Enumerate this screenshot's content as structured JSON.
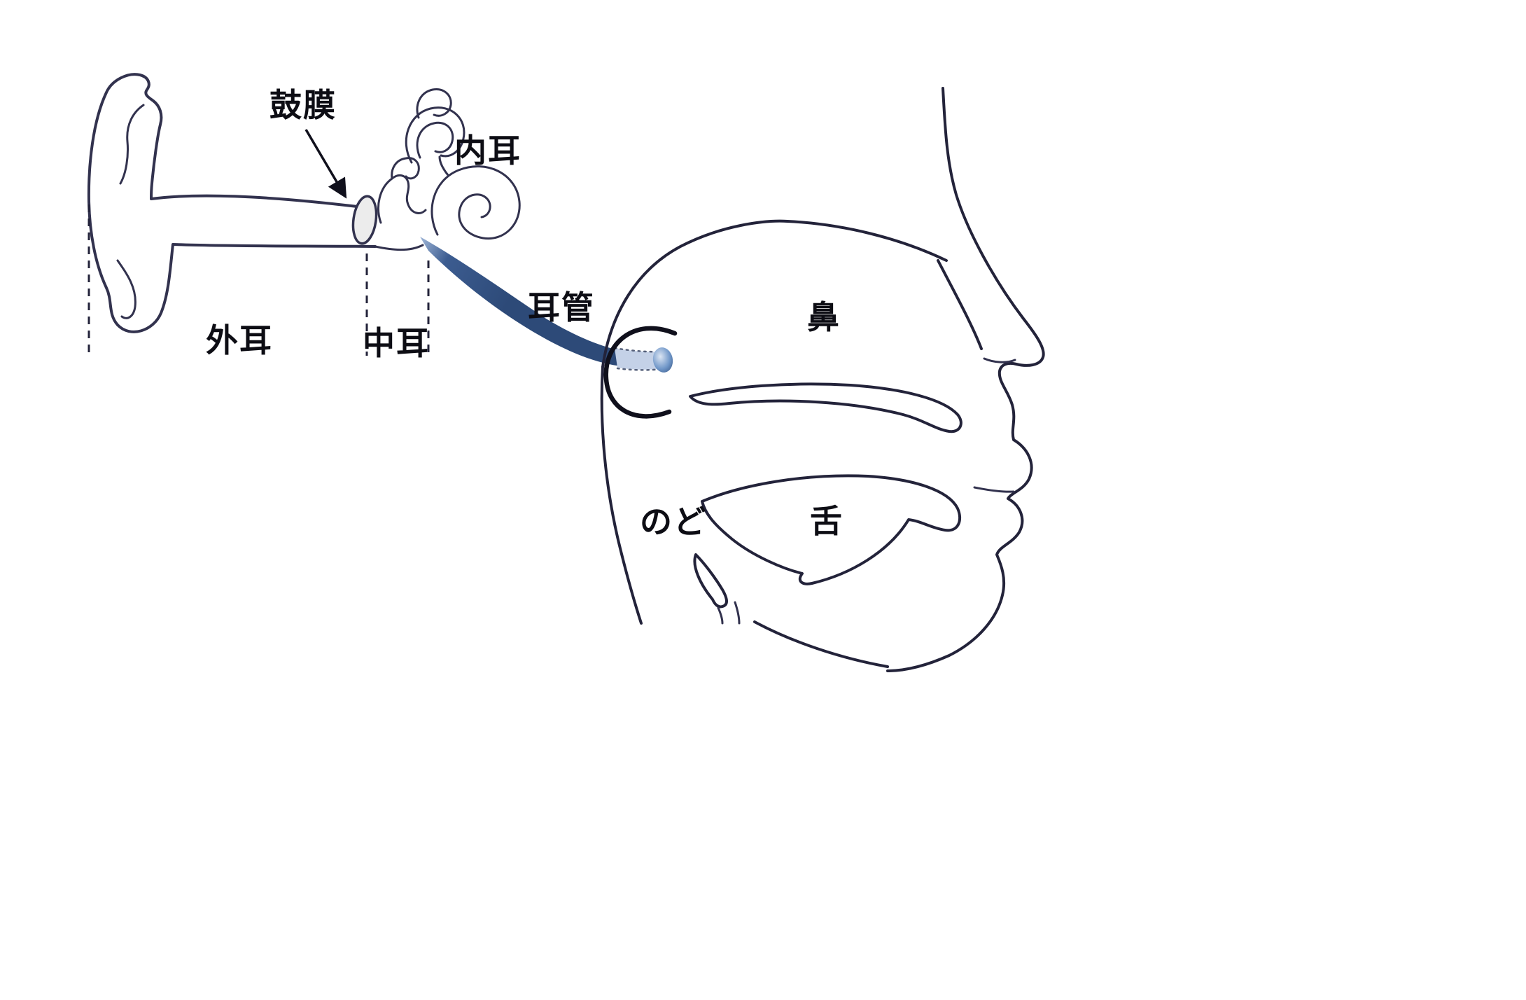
{
  "labels": {
    "eardrum": "鼓膜",
    "inner_ear": "内耳",
    "outer_ear": "外耳",
    "middle_ear": "中耳",
    "eustachian_tube": "耳管",
    "nose": "鼻",
    "throat": "のど",
    "tongue": "舌"
  },
  "colors": {
    "background": "#ffffff",
    "line": "#32324e",
    "face_line": "#23233a",
    "label_text": "#0d0d14",
    "tube_dark": "#2d4a78",
    "tube_mid": "#3c5c90",
    "tube_light_start": "#9db4d6",
    "tube_hidden_light": "#c4d1e7",
    "tube_tip_dark": "#6f96c8",
    "tube_tip_light": "#dbe5f3",
    "eardrum_fill": "#ececec"
  }
}
